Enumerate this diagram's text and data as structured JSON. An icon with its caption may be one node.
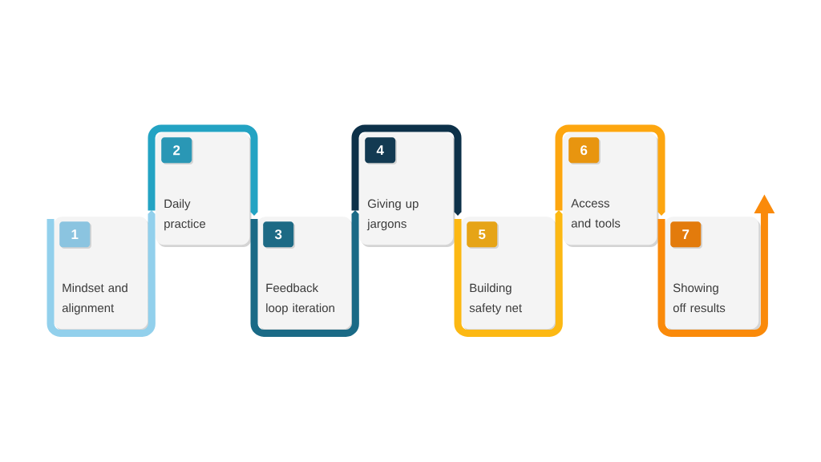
{
  "diagram": {
    "nodes": [
      {
        "text": [
          "Mindset and alignment"
        ]
      },
      {
        "text": [
          "1"
        ],
        "in": 0
      },
      {
        "text": [
          "Daily practice"
        ]
      },
      {
        "text": [
          "2"
        ],
        "in": 2
      },
      {
        "text": [
          "Feedback loop iteration"
        ]
      },
      {
        "text": [
          "3"
        ],
        "in": 4
      },
      {
        "text": [
          "Giving up jargons"
        ]
      },
      {
        "text": [
          "4"
        ],
        "in": 6
      },
      {
        "text": [
          "Building safety net"
        ]
      },
      {
        "text": [
          "5"
        ],
        "in": 8
      },
      {
        "text": [
          "Access and tools"
        ]
      },
      {
        "text": [
          "6"
        ],
        "in": 10
      },
      {
        "text": [
          "Showing off results"
        ]
      },
      {
        "text": [
          "7"
        ],
        "in": 12
      }
    ],
    "edges": [
      {
        "from": 0,
        "to": 2,
        "arrow": "to",
        "color": "#92d0ec"
      },
      {
        "from": 2,
        "to": 4,
        "arrow": "to",
        "color": "#23a3c3"
      },
      {
        "from": 4,
        "to": 6,
        "arrow": "to",
        "color": "#1a6a86"
      },
      {
        "from": 6,
        "to": 8,
        "arrow": "to",
        "color": "#0d3149"
      },
      {
        "from": 8,
        "to": 10,
        "arrow": "to",
        "color": "#fcb813"
      },
      {
        "from": 10,
        "to": 12,
        "arrow": "to",
        "color": "#fda60f"
      },
      {
        "from": 12,
        "to": null,
        "arrow": "to",
        "color": "#fa8a0a"
      }
    ]
  }
}
